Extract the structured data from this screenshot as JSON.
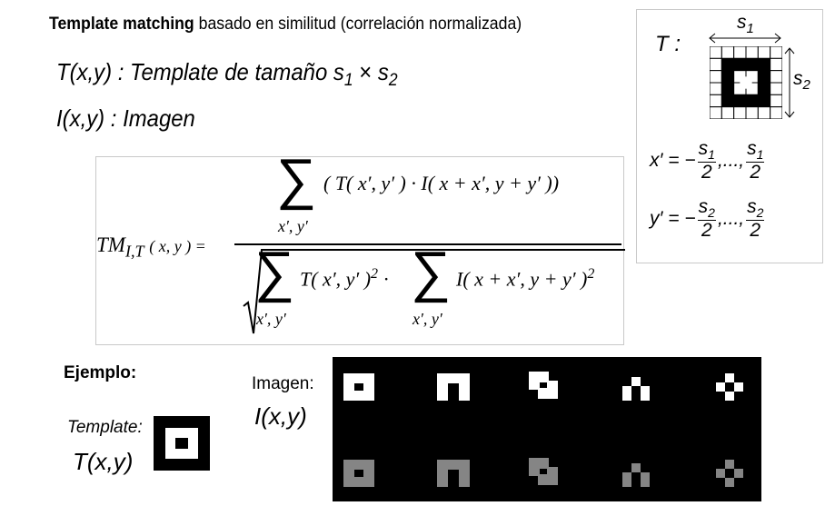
{
  "title": {
    "bold": "Template matching",
    "rest": "basado en similitud (correlación normalizada)"
  },
  "definitions": {
    "template_line": {
      "lhs": "T(x,y) : Template de tamaño",
      "s1": "s",
      "s1_sub": "1",
      "times": "×",
      "s2": "s",
      "s2_sub": "2"
    },
    "image_line": "I(x,y) : Imagen"
  },
  "formula": {
    "lhs": "TM",
    "lhs_sub": "I,T",
    "lhs_args": "( x, y ) =",
    "sum_symbol": "∑",
    "sum_index": "x′, y′",
    "numerator_term": "( T( x′, y′ ) · I( x + x′, y + y′ ))",
    "den_term1": "T( x′, y′ )",
    "den_exp1": "2",
    "den_dot": "·",
    "den_term2": "I( x + x′, y + y′ )",
    "den_exp2": "2"
  },
  "side_panel": {
    "template_label": "T :",
    "s1_label": "s",
    "s1_sub": "1",
    "s2_label": "s",
    "s2_sub": "2",
    "x_eq": "x′ = −",
    "y_eq": "y′ = −",
    "ellipsis": ",...,",
    "frac_den": "2",
    "grid_pattern": [
      [
        0,
        0,
        0,
        0,
        0,
        0
      ],
      [
        0,
        1,
        1,
        1,
        1,
        0
      ],
      [
        0,
        1,
        0,
        0,
        1,
        0
      ],
      [
        0,
        1,
        0,
        0,
        1,
        0
      ],
      [
        0,
        1,
        1,
        1,
        1,
        0
      ],
      [
        0,
        0,
        0,
        0,
        0,
        0
      ]
    ]
  },
  "example": {
    "label": "Ejemplo:",
    "template_label": "Template:",
    "template_func": "T(x,y)",
    "image_label": "Imagen:",
    "image_func": "I(x,y)",
    "colors": {
      "top_row": "#ffffff",
      "bottom_row": "#858585",
      "background": "#000000"
    }
  }
}
